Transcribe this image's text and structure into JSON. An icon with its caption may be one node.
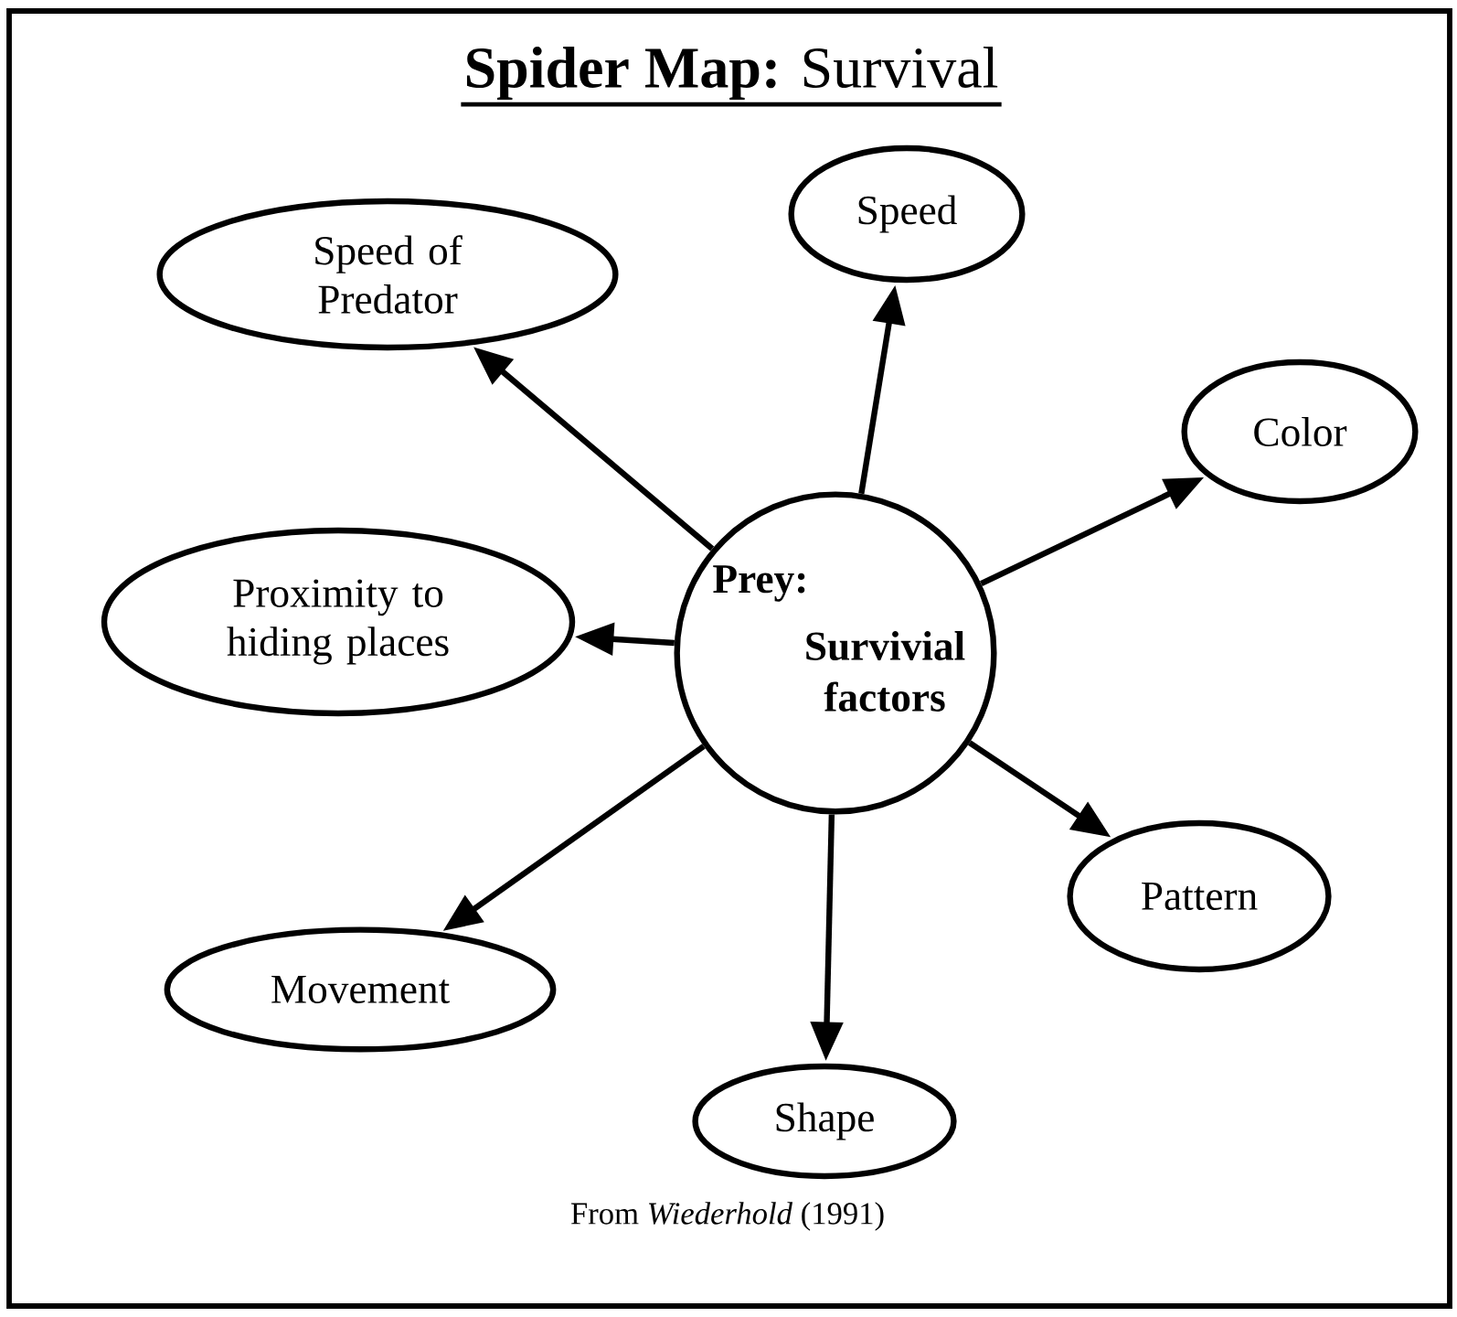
{
  "diagram": {
    "title": "**Spider Map:** Survival",
    "caption": "From *Wiederhold* (1991)",
    "nodes": [
      {
        "text": [
          "Speed of Predator"
        ]
      },
      {
        "text": [
          "Speed"
        ]
      },
      {
        "text": [
          "Color"
        ]
      },
      {
        "text": [
          "Proximity to hiding places"
        ]
      },
      {
        "text": [
          "Prey:",
          "Survivial factors"
        ]
      },
      {
        "text": [
          "Pattern"
        ]
      },
      {
        "text": [
          "Movement"
        ]
      },
      {
        "text": [
          "Shape"
        ]
      }
    ],
    "edges": [
      {
        "from": 4,
        "to": 0,
        "arrow": "to"
      },
      {
        "from": 4,
        "to": 1,
        "arrow": "to"
      },
      {
        "from": 4,
        "to": 2,
        "arrow": "to"
      },
      {
        "from": 4,
        "to": 3,
        "arrow": "to"
      },
      {
        "from": 4,
        "to": 5,
        "arrow": "to"
      },
      {
        "from": 4,
        "to": 6,
        "arrow": "to"
      },
      {
        "from": 4,
        "to": 7,
        "arrow": "to"
      }
    ]
  }
}
